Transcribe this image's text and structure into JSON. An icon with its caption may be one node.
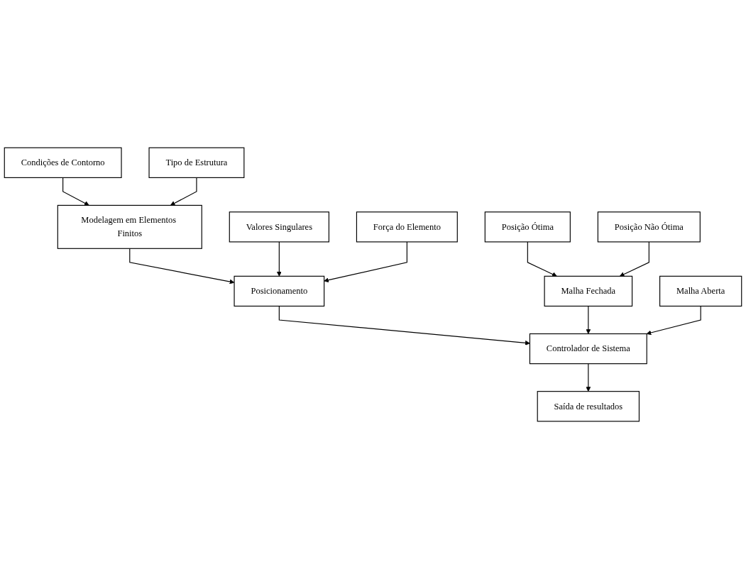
{
  "diagram": {
    "nodes": [
      {
        "text": [
          "Condições de Contorno"
        ]
      },
      {
        "text": [
          "Tipo de Estrutura"
        ]
      },
      {
        "text": [
          "Modelagem em Elementos Finitos"
        ]
      },
      {
        "text": [
          "Valores Singulares"
        ]
      },
      {
        "text": [
          "Posicionamento"
        ]
      },
      {
        "text": [
          "Força do Elemento"
        ]
      },
      {
        "text": [
          "Malha Fechada"
        ]
      },
      {
        "text": [
          "Posição Ótima"
        ]
      },
      {
        "text": [
          "Posição Não Ótima"
        ]
      },
      {
        "text": [
          "Controlador de Sistema"
        ]
      },
      {
        "text": [
          "Malha Aberta"
        ]
      },
      {
        "text": [
          "Saída de resultados"
        ]
      }
    ],
    "edges": [
      {
        "from": 0,
        "to": 2,
        "arrow": "to"
      },
      {
        "from": 1,
        "to": 2,
        "arrow": "to"
      },
      {
        "from": 2,
        "to": 4,
        "arrow": "to"
      },
      {
        "from": 3,
        "to": 4,
        "arrow": "to"
      },
      {
        "from": 5,
        "to": 4,
        "arrow": "to"
      },
      {
        "from": 4,
        "to": 9,
        "arrow": "to"
      },
      {
        "from": 6,
        "to": 9,
        "arrow": "to"
      },
      {
        "from": 7,
        "to": 6,
        "arrow": "to"
      },
      {
        "from": 8,
        "to": 6,
        "arrow": "to"
      },
      {
        "from": 10,
        "to": 9,
        "arrow": "to"
      },
      {
        "from": 9,
        "to": 11,
        "arrow": "to"
      }
    ]
  }
}
